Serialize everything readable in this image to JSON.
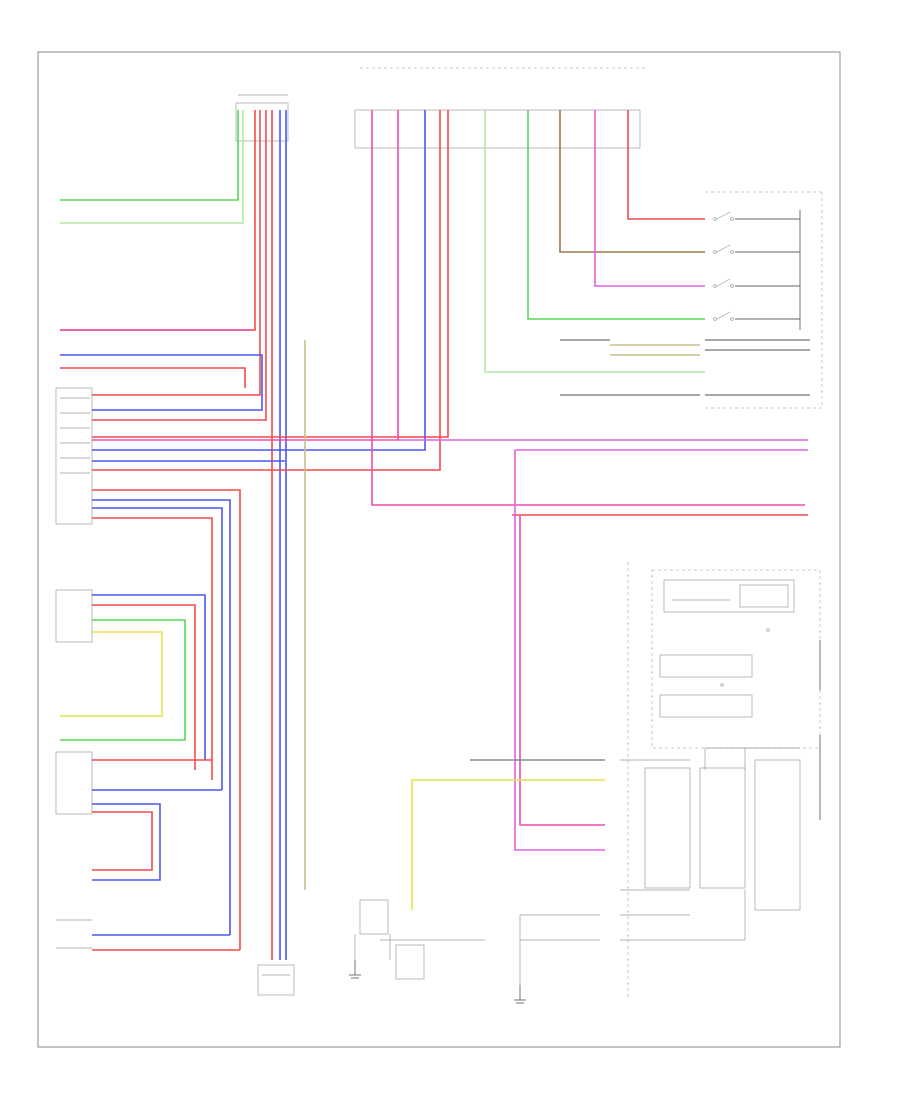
{
  "diagram": {
    "page_label": "",
    "colors": {
      "red": "#f44a4a",
      "pink": "#f04bb0",
      "blue": "#4c57f2",
      "green": "#58d858",
      "yellow": "#e6e44a",
      "brown": "#a07848",
      "olive": "#c8c088",
      "gray": "#8a8a8a",
      "light_green": "#b4e8a4",
      "magenta": "#e060e0"
    },
    "labels": [],
    "components": [
      "light-switch-connector",
      "body-computer-connector",
      "switch-block-right",
      "dual-lamp-connector-upper",
      "wiring-block-center",
      "unit-connector-left",
      "dual-lamp-connector-lower",
      "steering-sensor-block",
      "ground-module-block",
      "bottom-connector-left",
      "bottom-connector-right",
      "ground-symbol-left",
      "ground-symbol-right"
    ]
  }
}
